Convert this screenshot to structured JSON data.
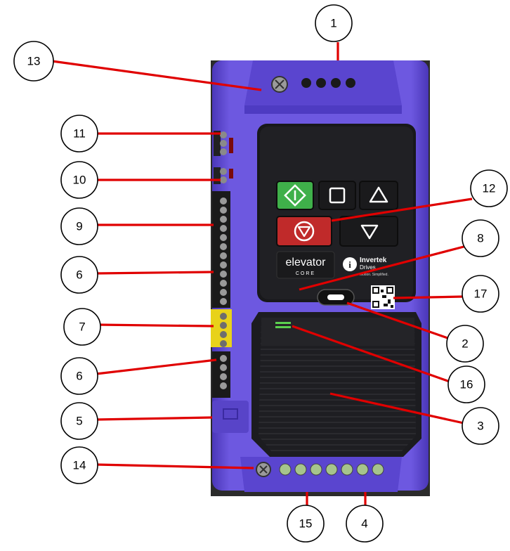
{
  "device": {
    "brand_line1": "elevator",
    "brand_line2": "CORE",
    "maker_line1": "Invertek",
    "maker_line2": "Drives",
    "maker_tagline": "Motion. Simplified.",
    "colors": {
      "body": "#6d58e0",
      "body_dark": "#4a36b8",
      "panel": "#1c1c20",
      "start_button": "#3fb04a",
      "stop_button": "#c02a2a",
      "leader": "#e00000"
    },
    "keypad": {
      "start_icon": "start-icon",
      "square_icon": "square-icon",
      "up_icon": "triangle-up-icon",
      "stop_icon": "stop-icon",
      "down_icon": "triangle-down-icon"
    }
  },
  "callouts": [
    {
      "label": "1"
    },
    {
      "label": "13"
    },
    {
      "label": "11"
    },
    {
      "label": "10"
    },
    {
      "label": "9"
    },
    {
      "label": "6"
    },
    {
      "label": "7"
    },
    {
      "label": "6"
    },
    {
      "label": "5"
    },
    {
      "label": "14"
    },
    {
      "label": "15"
    },
    {
      "label": "4"
    },
    {
      "label": "3"
    },
    {
      "label": "16"
    },
    {
      "label": "2"
    },
    {
      "label": "17"
    },
    {
      "label": "8"
    },
    {
      "label": "12"
    }
  ]
}
